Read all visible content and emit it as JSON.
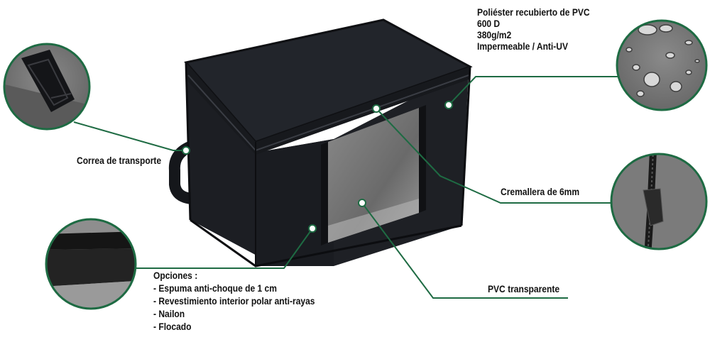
{
  "labels": {
    "material": {
      "line1": "Poliéster recubierto de PVC",
      "line2": "600 D",
      "line3": "380g/m2",
      "line4": "Impermeable / Anti-UV"
    },
    "correa": "Correa de transporte",
    "cremallera": "Cremallera de 6mm",
    "pvc": "PVC transparente",
    "opciones": {
      "title": "Opciones :",
      "items": [
        "- Espuma anti-choque de 1 cm",
        "- Revestimiento interior polar anti-rayas",
        "- Nailon",
        "- Flocado"
      ]
    }
  },
  "colors": {
    "accent": "#1e6b43",
    "bag": "#1b1d22",
    "window": "#6e6e6e"
  }
}
